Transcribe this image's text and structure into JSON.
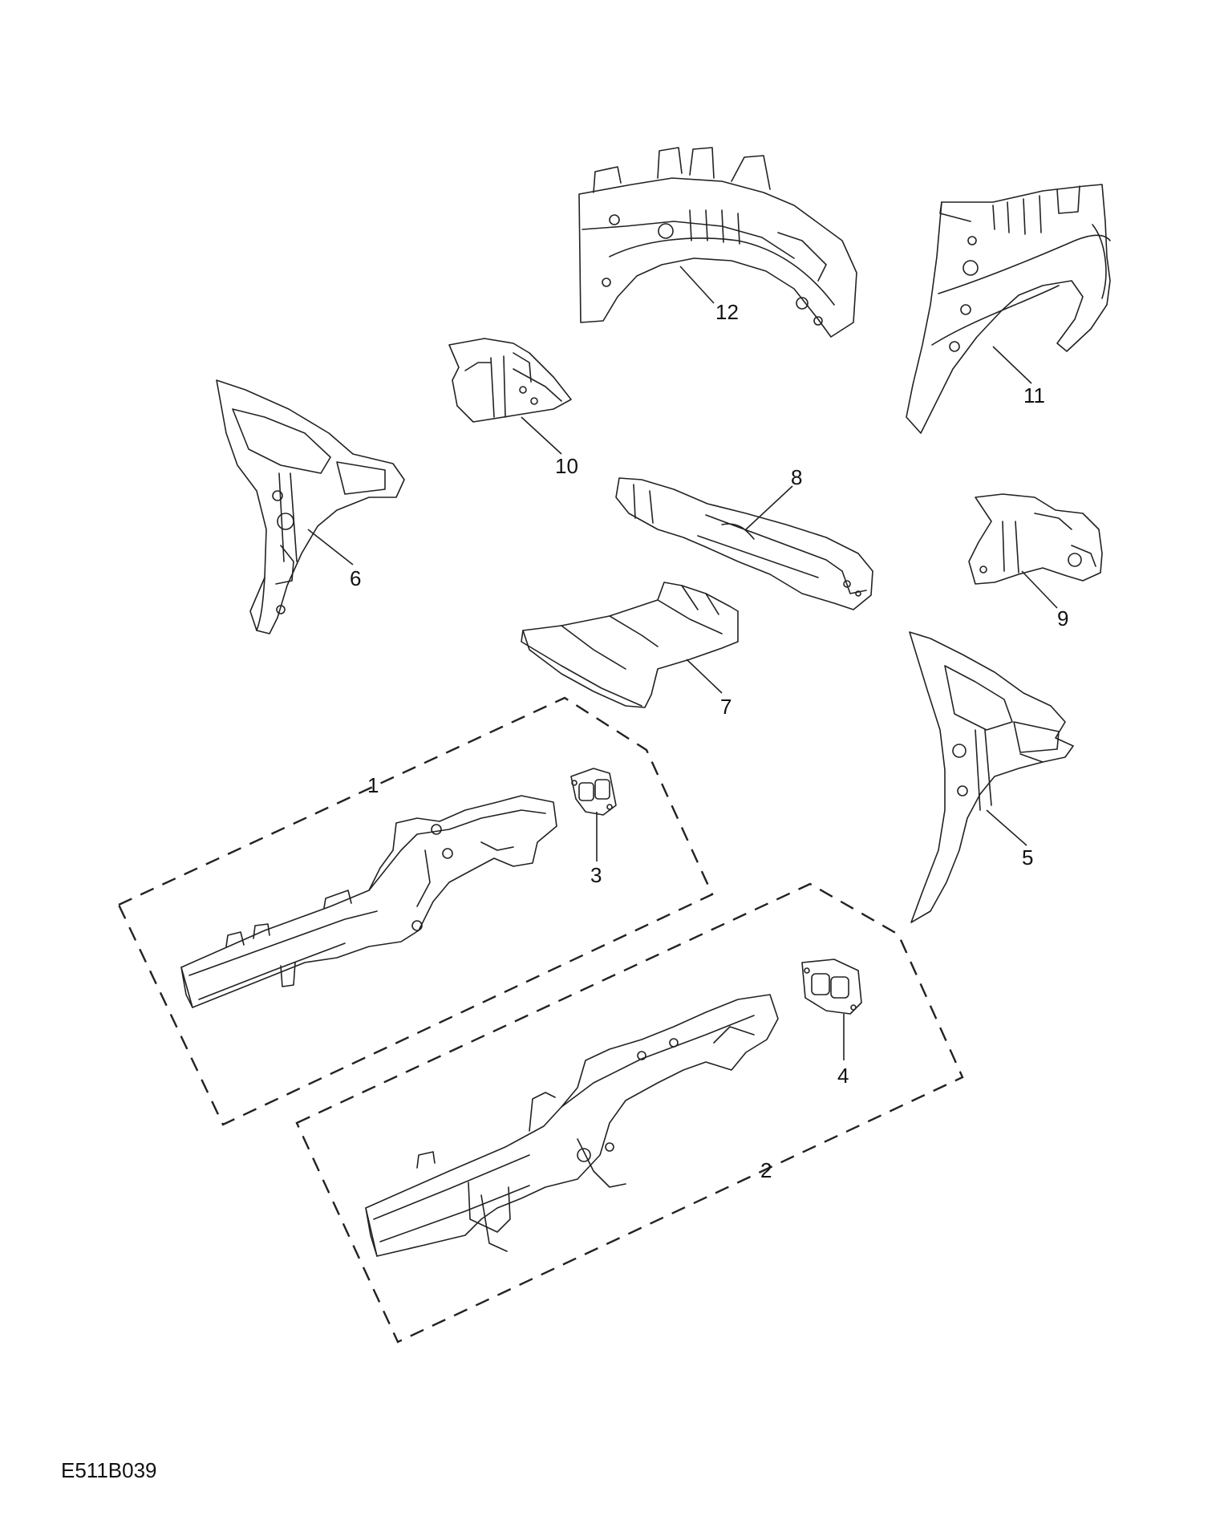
{
  "diagram": {
    "reference_code": "E511B039",
    "callouts": {
      "part_1": "1",
      "part_2": "2",
      "part_3": "3",
      "part_4": "4",
      "part_5": "5",
      "part_6": "6",
      "part_7": "7",
      "part_8": "8",
      "part_9": "9",
      "part_10": "10",
      "part_11": "11",
      "part_12": "12"
    }
  }
}
